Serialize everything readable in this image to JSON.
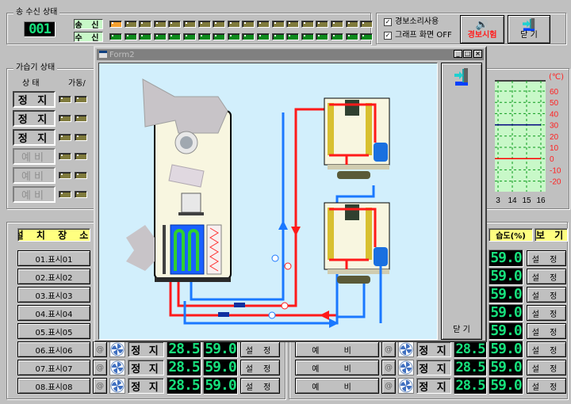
{
  "comm": {
    "title": "송 수신 상태",
    "counter": "001",
    "send_label": "송 신",
    "recv_label": "수 신",
    "send_lamps": 18,
    "recv_lamps": 18
  },
  "options": {
    "alarm_sound": {
      "label": "경보소리사용",
      "checked": true
    },
    "graph_off": {
      "label": "그래프 화면 OFF",
      "checked": true
    }
  },
  "top_buttons": {
    "alarm_test": "경보시험",
    "close": "닫 기"
  },
  "humidifier": {
    "title": "가습기 상태",
    "col_state": "상 태",
    "col_run": "가동/",
    "states": [
      "정 지",
      "정 지",
      "정 지",
      "예비",
      "예비",
      "예비"
    ]
  },
  "graph": {
    "unit": "(℃)",
    "y_ticks": [
      "60",
      "50",
      "40",
      "30",
      "20",
      "10",
      "0",
      "-10",
      "-20"
    ],
    "x_ticks": [
      "3",
      "14",
      "15",
      "16"
    ],
    "colors": {
      "bg": "#c8f8c8",
      "grid": "#0a9a1a",
      "blue_line": "#000080",
      "red_line": "#ff0000"
    }
  },
  "table": {
    "header_location": "설 치 장 소",
    "header_humidity": "습도(%)",
    "header_view": "보 기",
    "set_label": "설 정",
    "at_label": "@",
    "left_rows": [
      {
        "name": "01.표시01"
      },
      {
        "name": "02.표시02"
      },
      {
        "name": "03.표시03"
      },
      {
        "name": "04.표시04"
      },
      {
        "name": "05.표시05"
      },
      {
        "name": "06.표시06",
        "state": "정 지",
        "temp": "28.5",
        "hum": "59.0"
      },
      {
        "name": "07.표시07",
        "state": "정 지",
        "temp": "28.5",
        "hum": "59.0"
      },
      {
        "name": "08.표시08",
        "state": "정 지",
        "temp": "28.5",
        "hum": "59.0"
      }
    ],
    "right_rows": [
      {
        "hum": "59.0"
      },
      {
        "hum": "59.0"
      },
      {
        "hum": "59.0"
      },
      {
        "hum": "59.0"
      },
      {
        "hum": "59.0"
      },
      {
        "name": "예 비",
        "state": "정 지",
        "temp": "28.5",
        "hum": "59.0"
      },
      {
        "name": "예 비",
        "state": "정 지",
        "temp": "28.5",
        "hum": "59.0"
      },
      {
        "name": "예 비",
        "state": "정 지",
        "temp": "28.5",
        "hum": "59.0"
      }
    ]
  },
  "form2": {
    "title": "Form2",
    "close_label": "닫 기",
    "colors": {
      "canvas": "#d2effc",
      "hot_pipe": "#ff1a1a",
      "cold_pipe": "#1a78ff"
    }
  }
}
